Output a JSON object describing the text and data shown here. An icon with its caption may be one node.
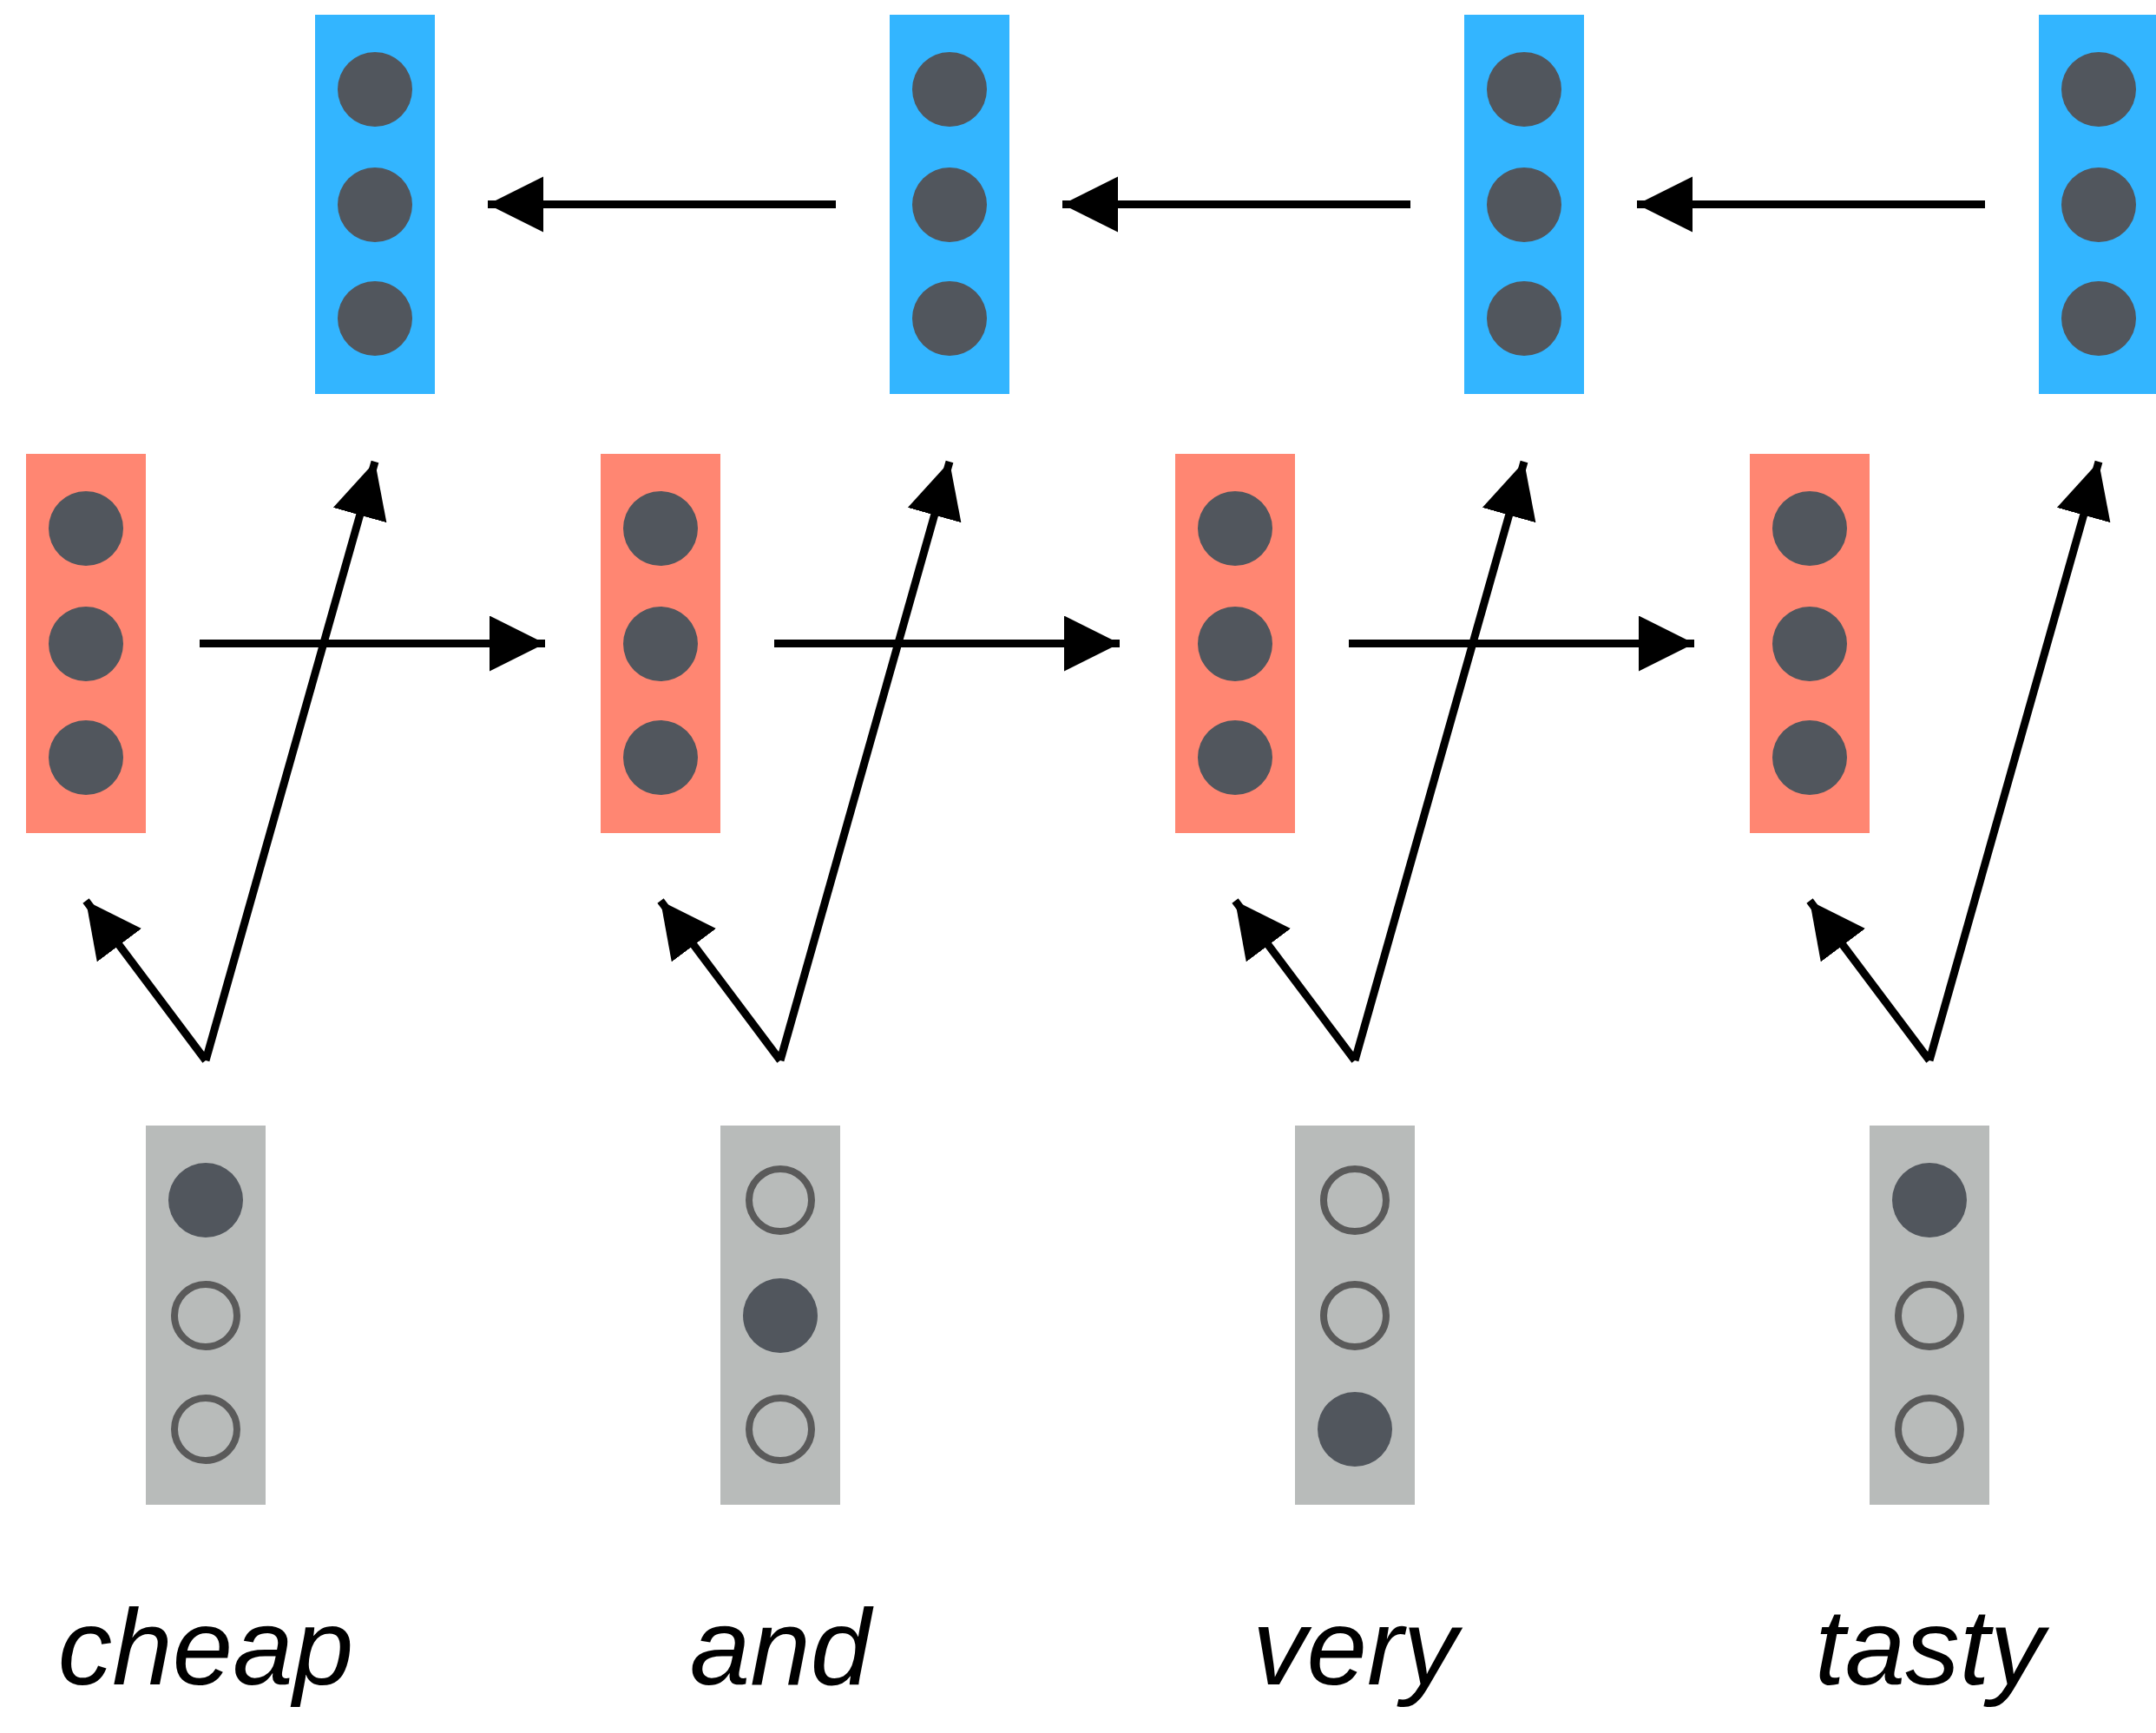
{
  "diagram": {
    "nodes": [
      {
        "text": [],
        "shape": "box"
      },
      {
        "text": [],
        "shape": "box"
      },
      {
        "text": [],
        "shape": "box"
      },
      {
        "text": [],
        "shape": "box"
      },
      {
        "text": [],
        "shape": "box"
      },
      {
        "text": [],
        "shape": "box"
      },
      {
        "text": [],
        "shape": "box"
      },
      {
        "text": [],
        "shape": "box"
      },
      {
        "text": [],
        "shape": "box",
        "beside": [
          "cheap"
        ]
      },
      {
        "text": [],
        "shape": "box",
        "beside": [
          "and"
        ]
      },
      {
        "text": [],
        "shape": "box",
        "beside": [
          "very"
        ]
      },
      {
        "text": [],
        "shape": "box",
        "beside": [
          "tasty"
        ]
      },
      {
        "text": [],
        "shape": "circle",
        "in": 0
      },
      {
        "text": [],
        "shape": "circle",
        "in": 0
      },
      {
        "text": [],
        "shape": "circle",
        "in": 0
      },
      {
        "text": [],
        "shape": "circle",
        "in": 1
      },
      {
        "text": [],
        "shape": "circle",
        "in": 1
      },
      {
        "text": [],
        "shape": "circle",
        "in": 1
      },
      {
        "text": [],
        "shape": "circle",
        "in": 2
      },
      {
        "text": [],
        "shape": "circle",
        "in": 2
      },
      {
        "text": [],
        "shape": "circle",
        "in": 2
      },
      {
        "text": [],
        "shape": "circle",
        "in": 3
      },
      {
        "text": [],
        "shape": "circle",
        "in": 3
      },
      {
        "text": [],
        "shape": "circle",
        "in": 3
      },
      {
        "text": [],
        "shape": "circle",
        "in": 4
      },
      {
        "text": [],
        "shape": "circle",
        "in": 4
      },
      {
        "text": [],
        "shape": "circle",
        "in": 4
      },
      {
        "text": [],
        "shape": "circle",
        "in": 5
      },
      {
        "text": [],
        "shape": "circle",
        "in": 5
      },
      {
        "text": [],
        "shape": "circle",
        "in": 5
      },
      {
        "text": [],
        "shape": "circle",
        "in": 6
      },
      {
        "text": [],
        "shape": "circle",
        "in": 6
      },
      {
        "text": [],
        "shape": "circle",
        "in": 6
      },
      {
        "text": [],
        "shape": "circle",
        "in": 7
      },
      {
        "text": [],
        "shape": "circle",
        "in": 7
      },
      {
        "text": [],
        "shape": "circle",
        "in": 7
      },
      {
        "text": [],
        "shape": "circle",
        "in": 8
      },
      {
        "text": [],
        "shape": "ring",
        "in": 8
      },
      {
        "text": [],
        "shape": "ring",
        "in": 8
      },
      {
        "text": [],
        "shape": "ring",
        "in": 9
      },
      {
        "text": [],
        "shape": "circle",
        "in": 9
      },
      {
        "text": [],
        "shape": "ring",
        "in": 9
      },
      {
        "text": [],
        "shape": "ring",
        "in": 10
      },
      {
        "text": [],
        "shape": "ring",
        "in": 10
      },
      {
        "text": [],
        "shape": "circle",
        "in": 10
      },
      {
        "text": [],
        "shape": "circle",
        "in": 11
      },
      {
        "text": [],
        "shape": "ring",
        "in": 11
      },
      {
        "text": [],
        "shape": "ring",
        "in": 11
      }
    ],
    "edges": [
      {
        "from": 1,
        "to": 0,
        "arrow": "to"
      },
      {
        "from": 2,
        "to": 1,
        "arrow": "to"
      },
      {
        "from": 3,
        "to": 2,
        "arrow": "to"
      },
      {
        "from": 4,
        "to": 5,
        "arrow": "to"
      },
      {
        "from": 5,
        "to": 6,
        "arrow": "to"
      },
      {
        "from": 6,
        "to": 7,
        "arrow": "to"
      },
      {
        "from": 8,
        "to": 4,
        "arrow": "to"
      },
      {
        "from": 8,
        "to": 0,
        "arrow": "to"
      },
      {
        "from": 9,
        "to": 5,
        "arrow": "to"
      },
      {
        "from": 9,
        "to": 1,
        "arrow": "to"
      },
      {
        "from": 10,
        "to": 6,
        "arrow": "to"
      },
      {
        "from": 10,
        "to": 2,
        "arrow": "to"
      },
      {
        "from": 11,
        "to": 7,
        "arrow": "to"
      },
      {
        "from": 11,
        "to": 3,
        "arrow": "to"
      }
    ]
  }
}
